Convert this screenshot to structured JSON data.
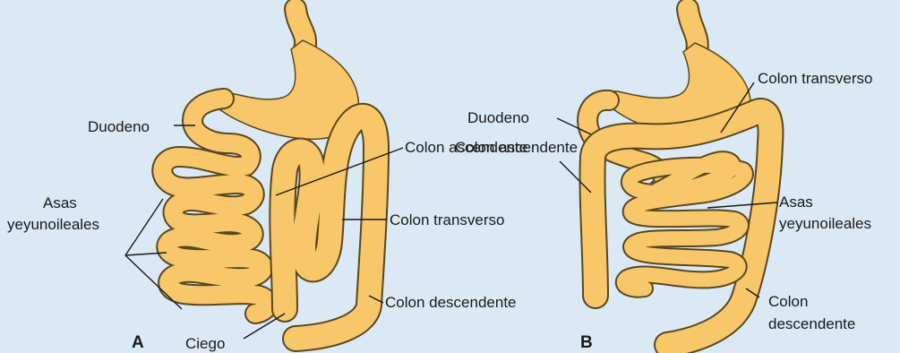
{
  "colors": {
    "background": "#dbe9f4",
    "organ_fill": "#f7c769",
    "organ_outline": "#5a4720"
  },
  "panel_a": {
    "letter": "A",
    "duodeno": "Duodeno",
    "asas_line1": "Asas",
    "asas_line2": "yeyunoileales",
    "colon_ascendente": "Colon ascendente",
    "colon_transverso": "Colon transverso",
    "colon_descendente": "Colon descendente",
    "ciego": "Ciego"
  },
  "panel_b": {
    "letter": "B",
    "duodeno": "Duodeno",
    "colon_ascendente": "Colon ascendente",
    "colon_transverso": "Colon transverso",
    "asas_line1": "Asas",
    "asas_line2": "yeyunoileales",
    "colon_desc_line1": "Colon",
    "colon_desc_line2": "descendente"
  }
}
